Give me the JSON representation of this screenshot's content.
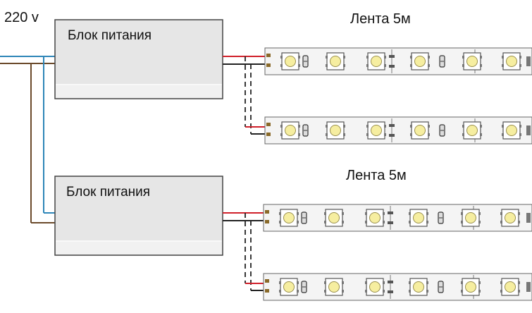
{
  "voltage_label": "220 v",
  "power_units": [
    {
      "label": "Блок питания"
    },
    {
      "label": "Блок питания"
    }
  ],
  "strip_groups": [
    {
      "title": "Лента 5м"
    },
    {
      "title": "Лента 5м"
    }
  ],
  "colors": {
    "wire_brown": "#6b4a2b",
    "wire_blue": "#2e86b8",
    "wire_red": "#d0202a",
    "wire_black": "#222222",
    "led_yellow": "#f6eea0",
    "strip_fill": "#f4f4f4"
  }
}
